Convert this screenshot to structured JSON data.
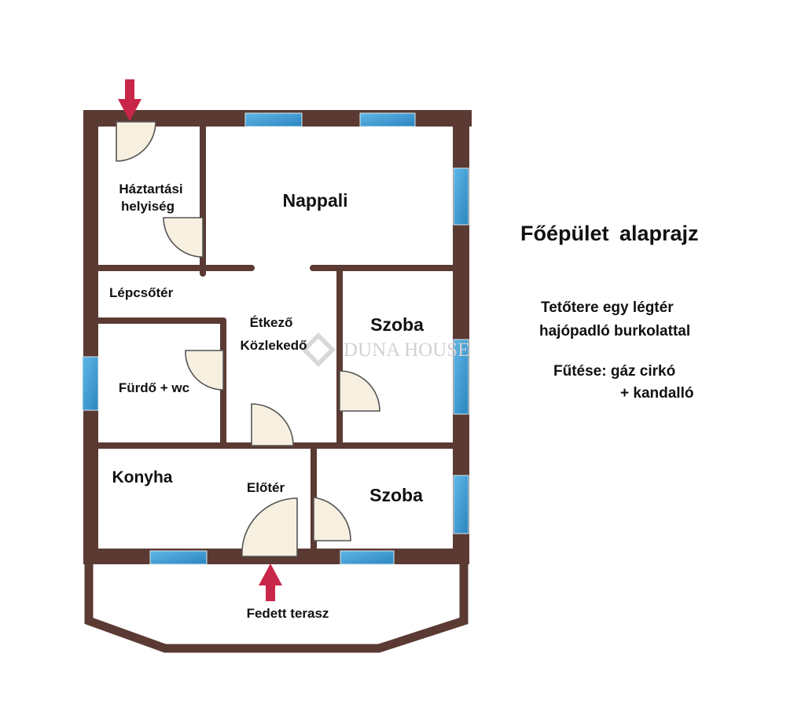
{
  "title": "Főépület  alaprajz",
  "notes": {
    "line1": "Tetőtere egy légtér",
    "line2": "hajópadló burkolattal",
    "heating1": "Fűtése: gáz cirkó",
    "heating2": "+ kandalló"
  },
  "rooms": {
    "haztartasi_1": "Háztartási",
    "haztartasi_2": "helyiség",
    "nappali": "Nappali",
    "lepcsoter": "Lépcsőtér",
    "etkezo": "Étkező",
    "kozlekedo": "Közlekedő",
    "szoba_upper": "Szoba",
    "furdo": "Fürdő + wc",
    "konyha": "Konyha",
    "eloter": "Előtér",
    "szoba_lower": "Szoba",
    "terasz": "Fedett terasz"
  },
  "watermark": "DUNA HOUSE",
  "colors": {
    "wall": "#5a3a32",
    "window": "#3b9fd6",
    "door": "#f7efe0",
    "arrow": "#c8274a",
    "watermark": "#d2d2d2"
  }
}
